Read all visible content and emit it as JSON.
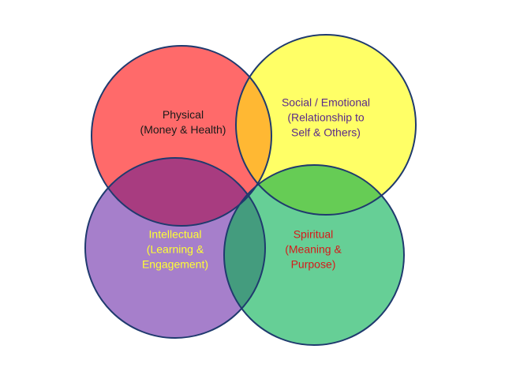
{
  "diagram": {
    "circles": [
      {
        "id": "physical",
        "fill": "#ff6a6a",
        "text_color": "#1a1a1a",
        "lines": [
          "Physical",
          "(Money & Health)"
        ]
      },
      {
        "id": "social",
        "fill": "#ffff66",
        "text_color": "#5a2a8a",
        "lines": [
          "Social / Emotional",
          "(Relationship to",
          "Self & Others)"
        ]
      },
      {
        "id": "intellectual",
        "fill": "#a67fcb",
        "text_color": "#ffff33",
        "lines": [
          "Intellectual",
          "(Learning &",
          "Engagement)"
        ]
      },
      {
        "id": "spiritual",
        "fill": "#66cf96",
        "text_color": "#d61a1a",
        "lines": [
          "Spiritual",
          "(Meaning &",
          "Purpose)"
        ]
      }
    ],
    "overlaps": {
      "physical_social": "#ffb833",
      "physical_intellectual": "#a83c80",
      "social_spiritual": "#66cc55",
      "intellectual_spiritual": "#449c7e"
    },
    "outline_color": "#1f3a6e"
  }
}
